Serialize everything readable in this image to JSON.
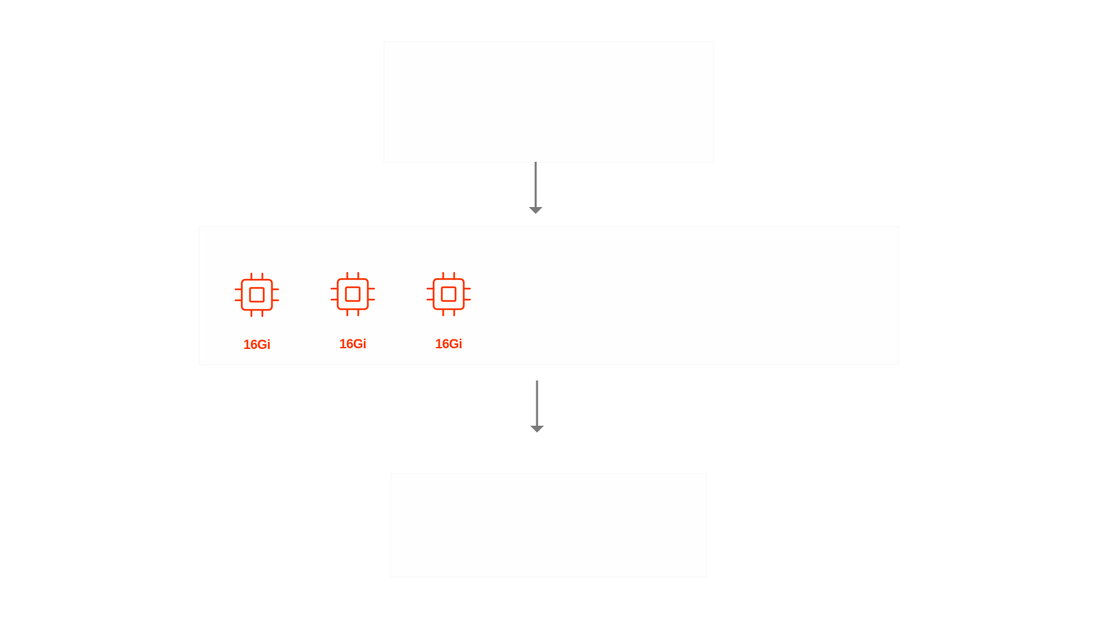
{
  "colors": {
    "accent": "#ff3300",
    "arrow": "#7a7a7a"
  },
  "gpus": [
    {
      "icon": "chip-icon",
      "memory": "16Gi"
    },
    {
      "icon": "chip-icon",
      "memory": "16Gi"
    },
    {
      "icon": "chip-icon",
      "memory": "16Gi"
    }
  ]
}
